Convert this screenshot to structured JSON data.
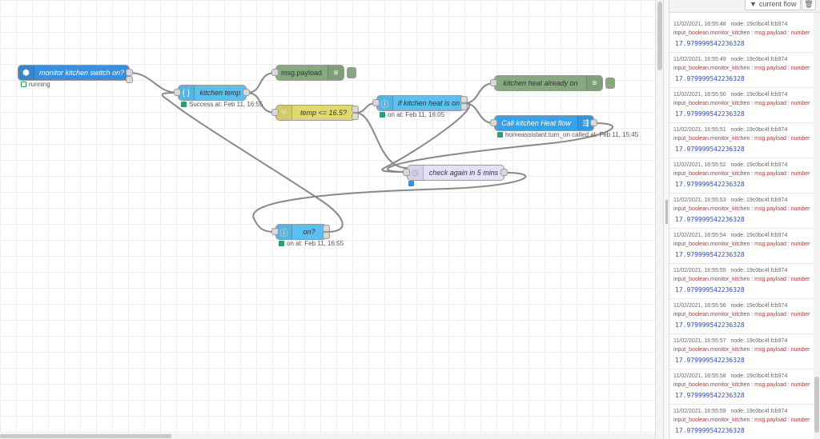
{
  "workspace": {
    "nodes": {
      "monitor": {
        "label": "monitor kitchen switch on?",
        "status": "running",
        "color": "#3b8fd8"
      },
      "kitchen_temp": {
        "label": "kitchen temp",
        "status": "Success at: Feb 11, 16:55",
        "color": "#5bc0ef"
      },
      "msg_payload": {
        "label": "msg.payload",
        "color": "#87a980"
      },
      "temp_switch": {
        "label": "temp <= 16.5?",
        "color": "#e2d96e"
      },
      "if_heat_on": {
        "label": "if kitchen heat is on",
        "status": "on at: Feb 11, 16:05",
        "color": "#5bc0ef"
      },
      "heat_already_on": {
        "label": "kitchen heat already on",
        "color": "#87a980"
      },
      "call_heat": {
        "label": "Call kitchen Heat flow",
        "status": "homeassistant.turn_on called at: Feb 11, 15:45",
        "color": "#3aa0e8"
      },
      "check_again": {
        "label": "check again in 5 mins",
        "color": "#e6e0f8"
      },
      "on_check": {
        "label": "on?",
        "status": "on at: Feb 11, 16:55",
        "color": "#5bc0ef"
      }
    }
  },
  "sidebar": {
    "filter_label": "current flow",
    "filter_icon": "filter-icon",
    "clear_icon": "trash-icon",
    "messages": [
      {
        "time": "11/02/2021, 16:55:48",
        "node": "node: 19c0bc4f.fcb974",
        "topic": "input_boolean.monitor_kitchen : msg.payload : number",
        "value": "17.979999542236328"
      },
      {
        "time": "11/02/2021, 16:55:49",
        "node": "node: 19c0bc4f.fcb974",
        "topic": "input_boolean.monitor_kitchen : msg.payload : number",
        "value": "17.979999542236328"
      },
      {
        "time": "11/02/2021, 16:55:50",
        "node": "node: 19c0bc4f.fcb974",
        "topic": "input_boolean.monitor_kitchen : msg.payload : number",
        "value": "17.979999542236328"
      },
      {
        "time": "11/02/2021, 16:55:51",
        "node": "node: 19c0bc4f.fcb974",
        "topic": "input_boolean.monitor_kitchen : msg.payload : number",
        "value": "17.979999542236328"
      },
      {
        "time": "11/02/2021, 16:55:52",
        "node": "node: 19c0bc4f.fcb974",
        "topic": "input_boolean.monitor_kitchen : msg.payload : number",
        "value": "17.979999542236328"
      },
      {
        "time": "11/02/2021, 16:55:53",
        "node": "node: 19c0bc4f.fcb974",
        "topic": "input_boolean.monitor_kitchen : msg.payload : number",
        "value": "17.979999542236328"
      },
      {
        "time": "11/02/2021, 16:55:54",
        "node": "node: 19c0bc4f.fcb974",
        "topic": "input_boolean.monitor_kitchen : msg.payload : number",
        "value": "17.979999542236328"
      },
      {
        "time": "11/02/2021, 16:55:55",
        "node": "node: 19c0bc4f.fcb974",
        "topic": "input_boolean.monitor_kitchen : msg.payload : number",
        "value": "17.979999542236328"
      },
      {
        "time": "11/02/2021, 16:55:56",
        "node": "node: 19c0bc4f.fcb974",
        "topic": "input_boolean.monitor_kitchen : msg.payload : number",
        "value": "17.979999542236328"
      },
      {
        "time": "11/02/2021, 16:55:57",
        "node": "node: 19c0bc4f.fcb974",
        "topic": "input_boolean.monitor_kitchen : msg.payload : number",
        "value": "17.979999542236328"
      },
      {
        "time": "11/02/2021, 16:55:58",
        "node": "node: 19c0bc4f.fcb974",
        "topic": "input_boolean.monitor_kitchen : msg.payload : number",
        "value": "17.979999542236328"
      },
      {
        "time": "11/02/2021, 16:55:59",
        "node": "node: 19c0bc4f.fcb974",
        "topic": "input_boolean.monitor_kitchen : msg.payload : number",
        "value": "17.979999542236328"
      }
    ]
  }
}
